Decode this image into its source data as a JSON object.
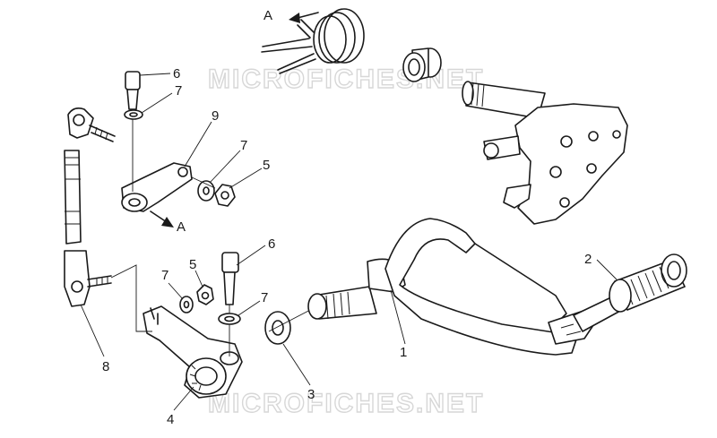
{
  "watermarks": [
    "MICROFICHES.NET",
    "MICROFICHES.NET"
  ],
  "labels": {
    "arrow_a_top": "A",
    "arrow_a_mid": "A",
    "n6_upper": "6",
    "n7_upper": "7",
    "n9": "9",
    "n7_right": "7",
    "n5_right": "5",
    "n6_lower": "6",
    "n7_lower_left": "7",
    "n5_lower": "5",
    "n7_lower_right": "7",
    "n2": "2",
    "n1": "1",
    "n8": "8",
    "n3": "3",
    "n4": "4"
  }
}
